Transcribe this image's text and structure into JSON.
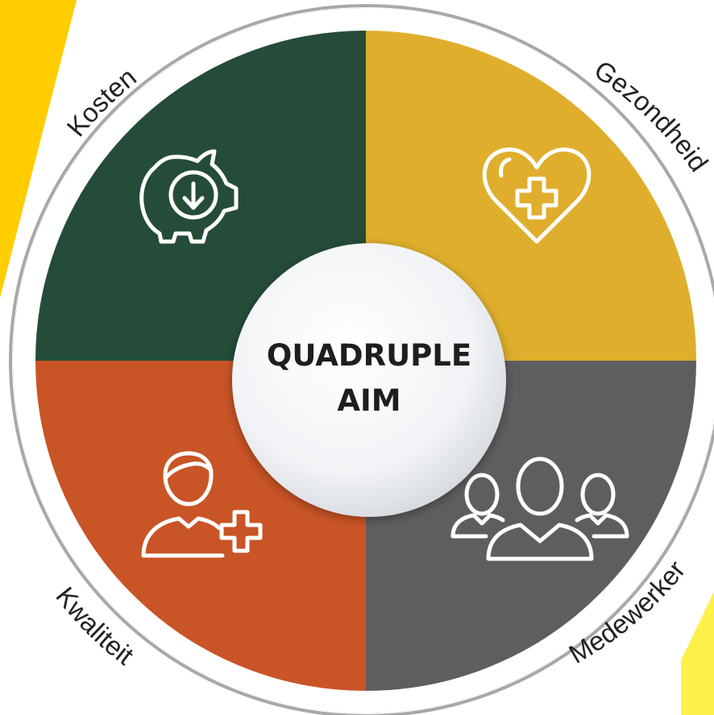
{
  "colors": {
    "kosten": "#254c38",
    "gezondheid": "#dfae2c",
    "kwaliteit": "#c95426",
    "medewerker": "#5e5e5e",
    "accent_yellow": "#ffcd00",
    "accent_yellow_light": "#fff04a",
    "ring": "#a8a8a8",
    "label_text": "#222222"
  },
  "center": {
    "line1": "QUADRUPLE",
    "line2": "AIM"
  },
  "quadrants": {
    "kosten": {
      "label": "Kosten",
      "icon": "piggy-bank-down-icon"
    },
    "gezondheid": {
      "label": "Gezondheid",
      "icon": "heart-plus-icon"
    },
    "kwaliteit": {
      "label": "Kwaliteit",
      "icon": "person-plus-icon"
    },
    "medewerker": {
      "label": "Medewerker",
      "icon": "team-people-icon"
    }
  }
}
